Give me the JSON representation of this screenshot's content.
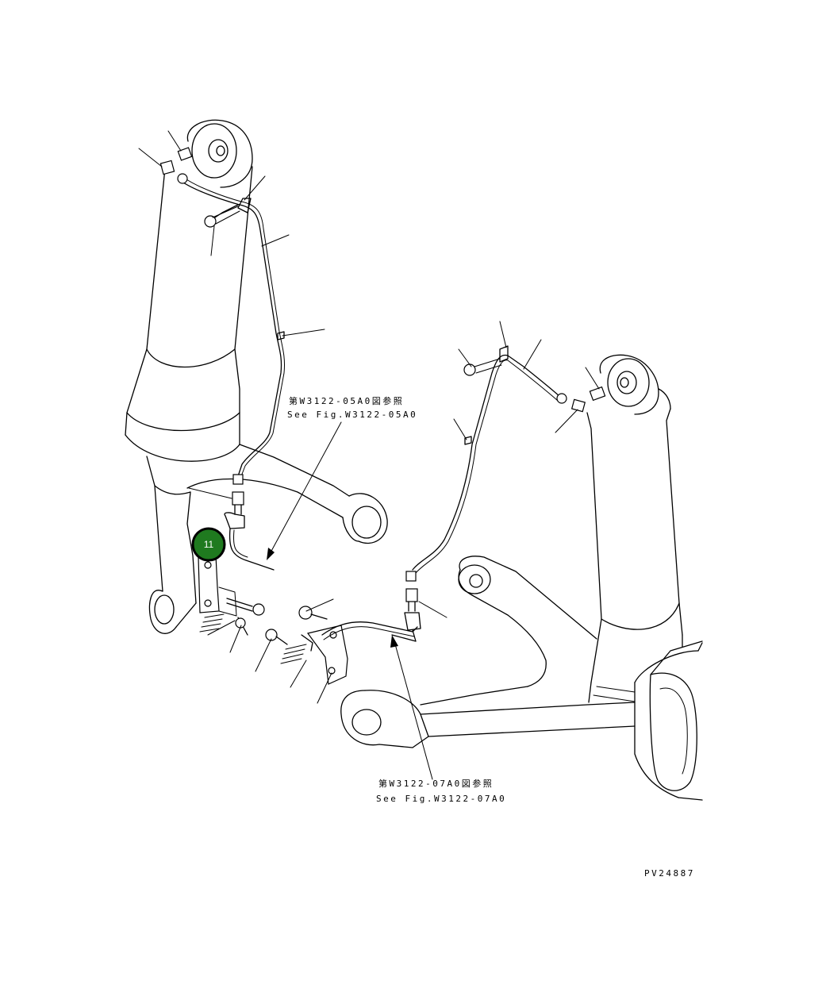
{
  "references": [
    {
      "id": "ref-upper",
      "jp": "第W3122-05A0図参照",
      "en": "See Fig.W3122-05A0"
    },
    {
      "id": "ref-lower",
      "jp": "第W3122-07A0図参照",
      "en": "See Fig.W3122-07A0"
    }
  ],
  "callout": {
    "number": "11",
    "color": "#1f7a1f",
    "ring": "#000000"
  },
  "figure_code": "PV24887"
}
